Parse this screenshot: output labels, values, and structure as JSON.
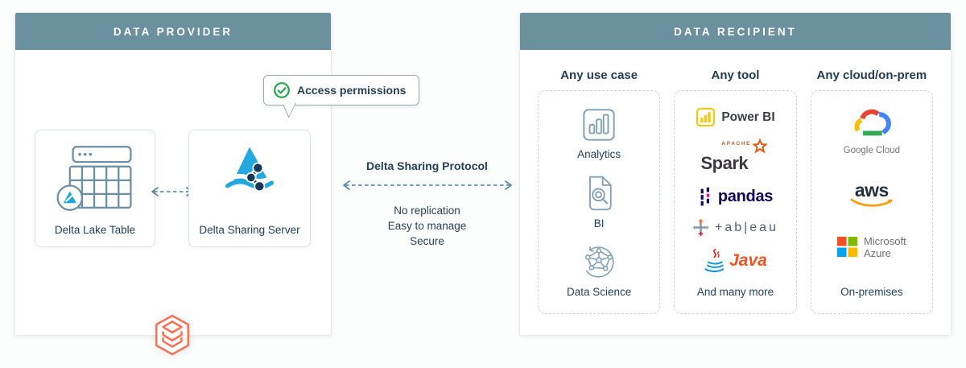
{
  "colors": {
    "header_bg": "#6b919f",
    "navy_text": "#22405a",
    "arrow": "#4d7ca0",
    "green_check": "#21a649",
    "coral": "#ff6e55",
    "delta_blue": "#25a8de",
    "share_navy": "#173a5c"
  },
  "provider": {
    "title": "DATA PROVIDER",
    "callout": "Access permissions",
    "cards": [
      {
        "label": "Delta Lake Table"
      },
      {
        "label": "Delta Sharing Server"
      }
    ]
  },
  "protocol": {
    "label": "Delta Sharing Protocol",
    "benefits": [
      "No replication",
      "Easy to manage",
      "Secure"
    ]
  },
  "recipient": {
    "title": "DATA RECIPIENT",
    "columns": [
      {
        "header": "Any use case",
        "items": [
          {
            "label": "Analytics"
          },
          {
            "label": "BI"
          },
          {
            "label": "Data Science"
          }
        ]
      },
      {
        "header": "Any tool",
        "logos": {
          "power_bi": "Power BI",
          "apache": "APACHE",
          "spark": "Spark",
          "pandas": "pandas",
          "tableau": "+ab|eau",
          "java": "Java"
        },
        "footer": "And many more"
      },
      {
        "header": "Any cloud/on-prem",
        "logos": {
          "google_cloud": "Google Cloud",
          "aws": "aws",
          "microsoft": "Microsoft",
          "azure": "Azure"
        },
        "footer": "On-premises"
      }
    ]
  }
}
